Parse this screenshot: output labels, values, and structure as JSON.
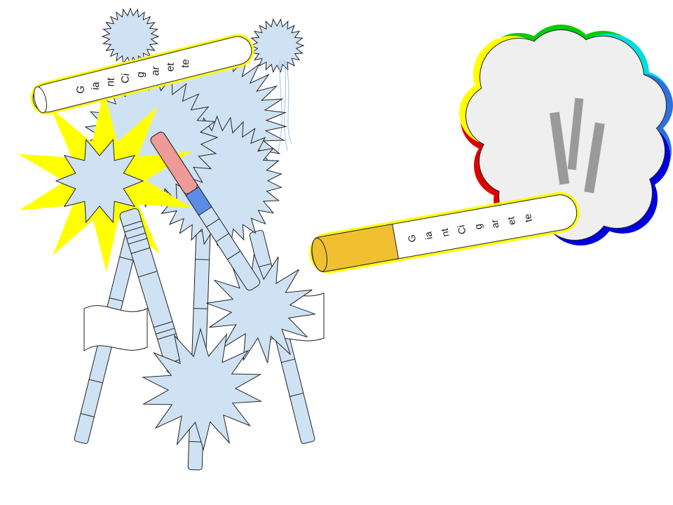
{
  "cigarette_large": {
    "label_chars": [
      "G",
      "ia",
      "nt",
      "Ci",
      "g",
      "ar",
      "et",
      "te"
    ],
    "filter_color": "#f0c030",
    "body_color": "#ffffff",
    "outline_glow": "#ffff00"
  },
  "cigarette_small": {
    "label_chars": [
      "G",
      "ia",
      "nt",
      "Ci",
      "g",
      "ar",
      "et",
      "te"
    ],
    "outline_glow": "#ffff00"
  },
  "cloud": {
    "fill": "#efefef",
    "rim_colors": [
      "#00cc00",
      "#00dddd",
      "#2f6fdf",
      "#0000dd",
      "#dd0000",
      "#ffff00"
    ],
    "stripe_color": "#9a9a9a"
  },
  "wand": {
    "tip_color": "#ee9a96",
    "band_color": "#5b8de8",
    "body_color": "#cfe2f3"
  },
  "palette": {
    "starburst": "#cfe2f3",
    "explosion": "#ffff00",
    "stroke": "#222222"
  }
}
